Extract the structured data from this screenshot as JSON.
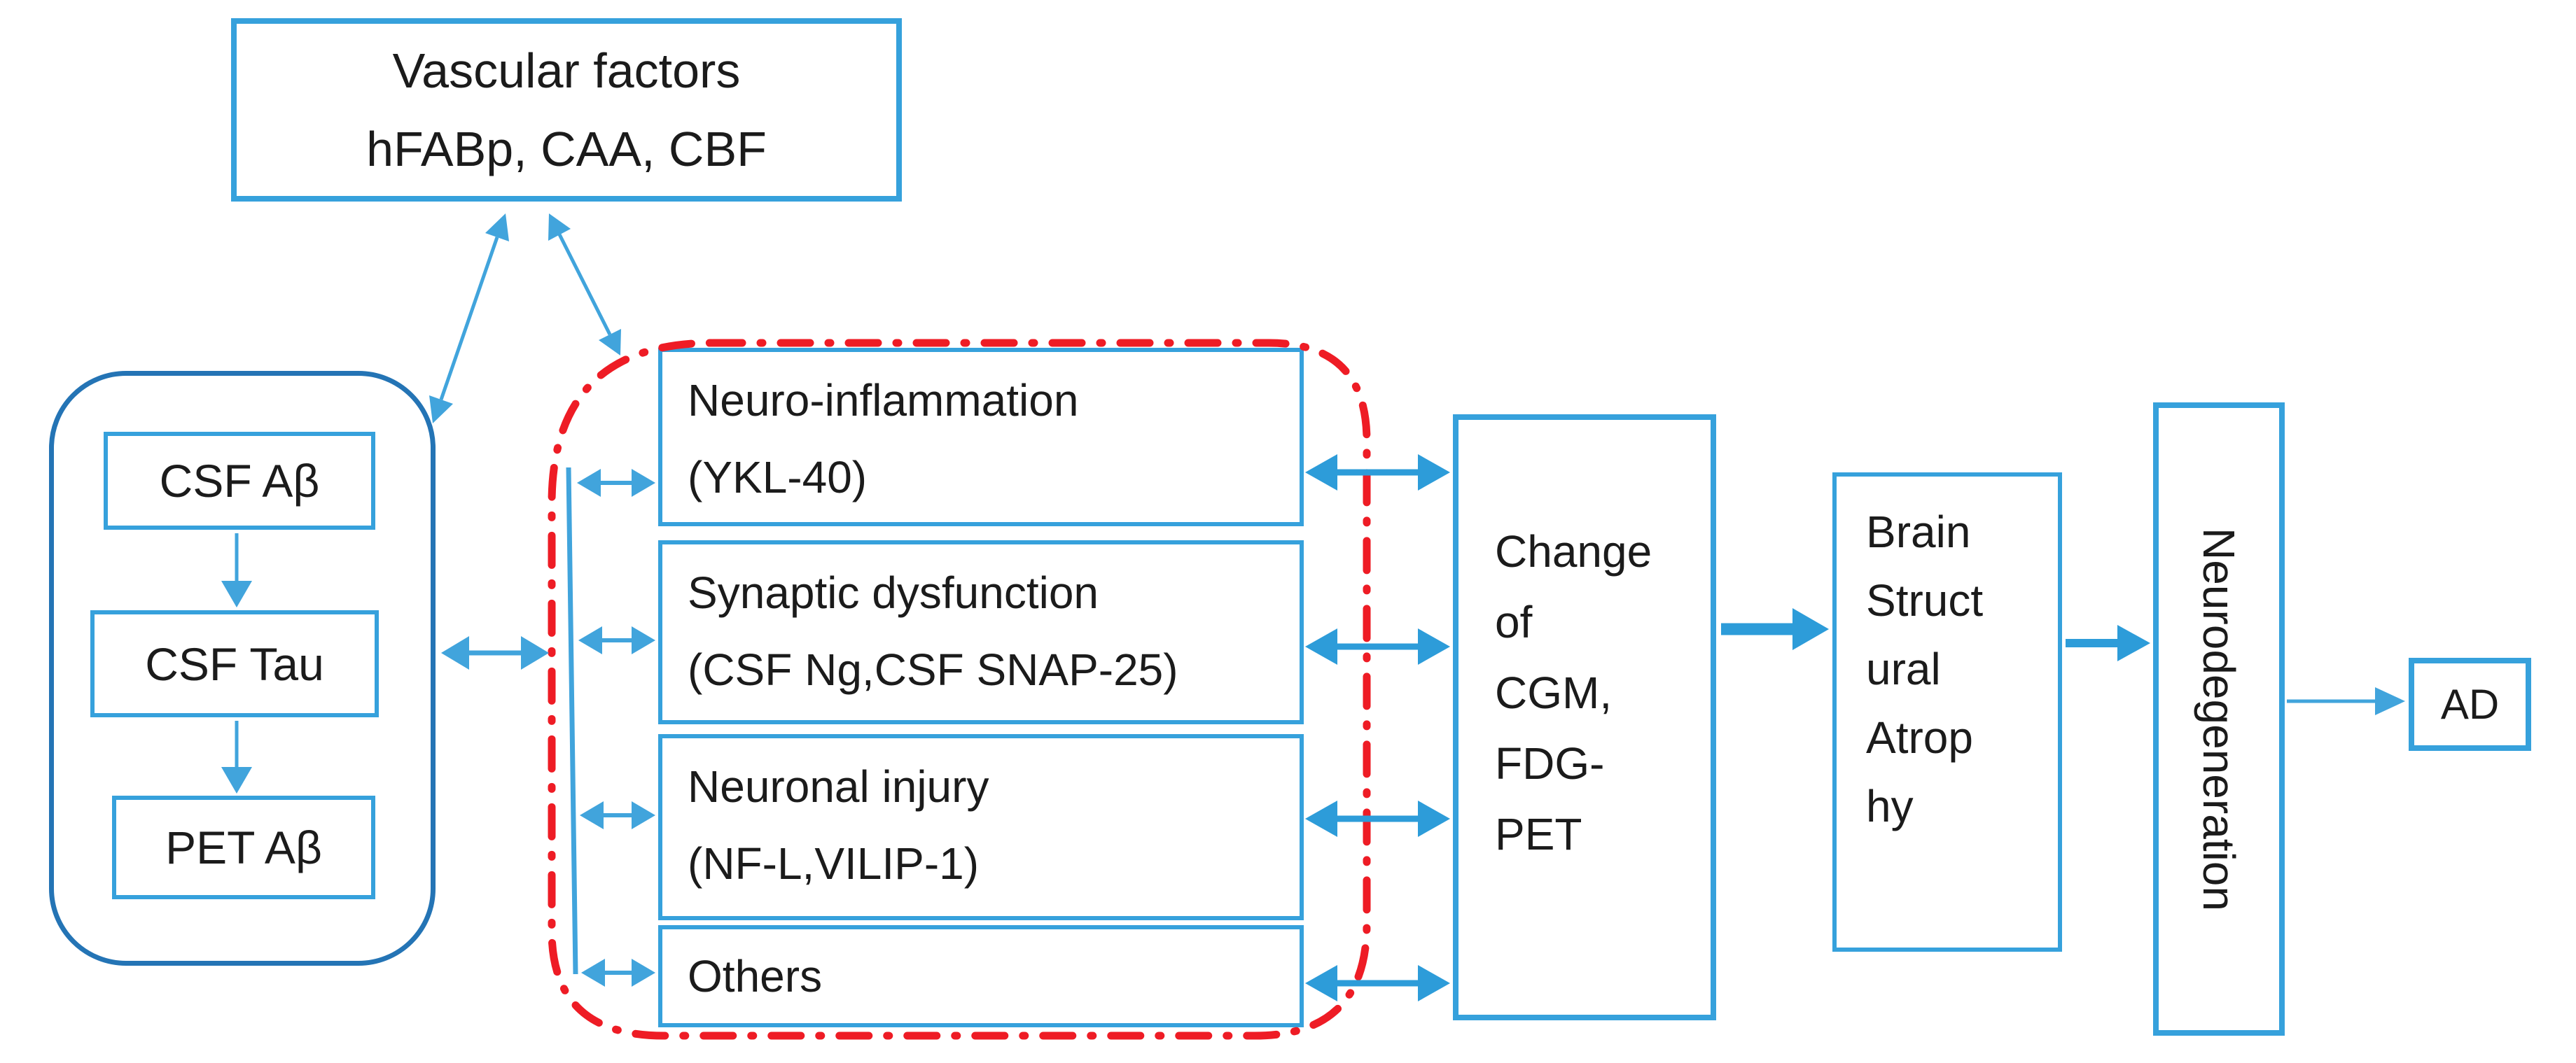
{
  "colors": {
    "box_blue": "#36A1DC",
    "dark_blue": "#2474B5",
    "arrow_blue": "#41A4DC",
    "strong_blue": "#2D9CD9",
    "red": "#EE1C25",
    "text": "#1B1B1B",
    "bg": "#FFFFFF"
  },
  "nodes": {
    "vascular": {
      "label": "Vascular factors\nhFABp, CAA, CBF"
    },
    "csf_ab": {
      "label": "CSF Aβ"
    },
    "csf_tau": {
      "label": "CSF Tau"
    },
    "pet_ab": {
      "label": "PET Aβ"
    },
    "neuro_inflammation": {
      "label": "Neuro-inflammation\n(YKL-40)"
    },
    "synaptic_dysfunction": {
      "label": "Synaptic dysfunction\n(CSF Ng,CSF SNAP-25)"
    },
    "neuronal_injury": {
      "label": "Neuronal injury\n(NF-L,VILIP-1)"
    },
    "others": {
      "label": "Others"
    },
    "change_cgm": {
      "label": "Change\nof\nCGM,\nFDG-\nPET"
    },
    "brain_atrophy": {
      "label": "Brain\nStruct\nural\nAtrop\nhy"
    },
    "neurodegeneration": {
      "label": "Neurodegeneration"
    },
    "ad": {
      "label": "AD"
    }
  }
}
